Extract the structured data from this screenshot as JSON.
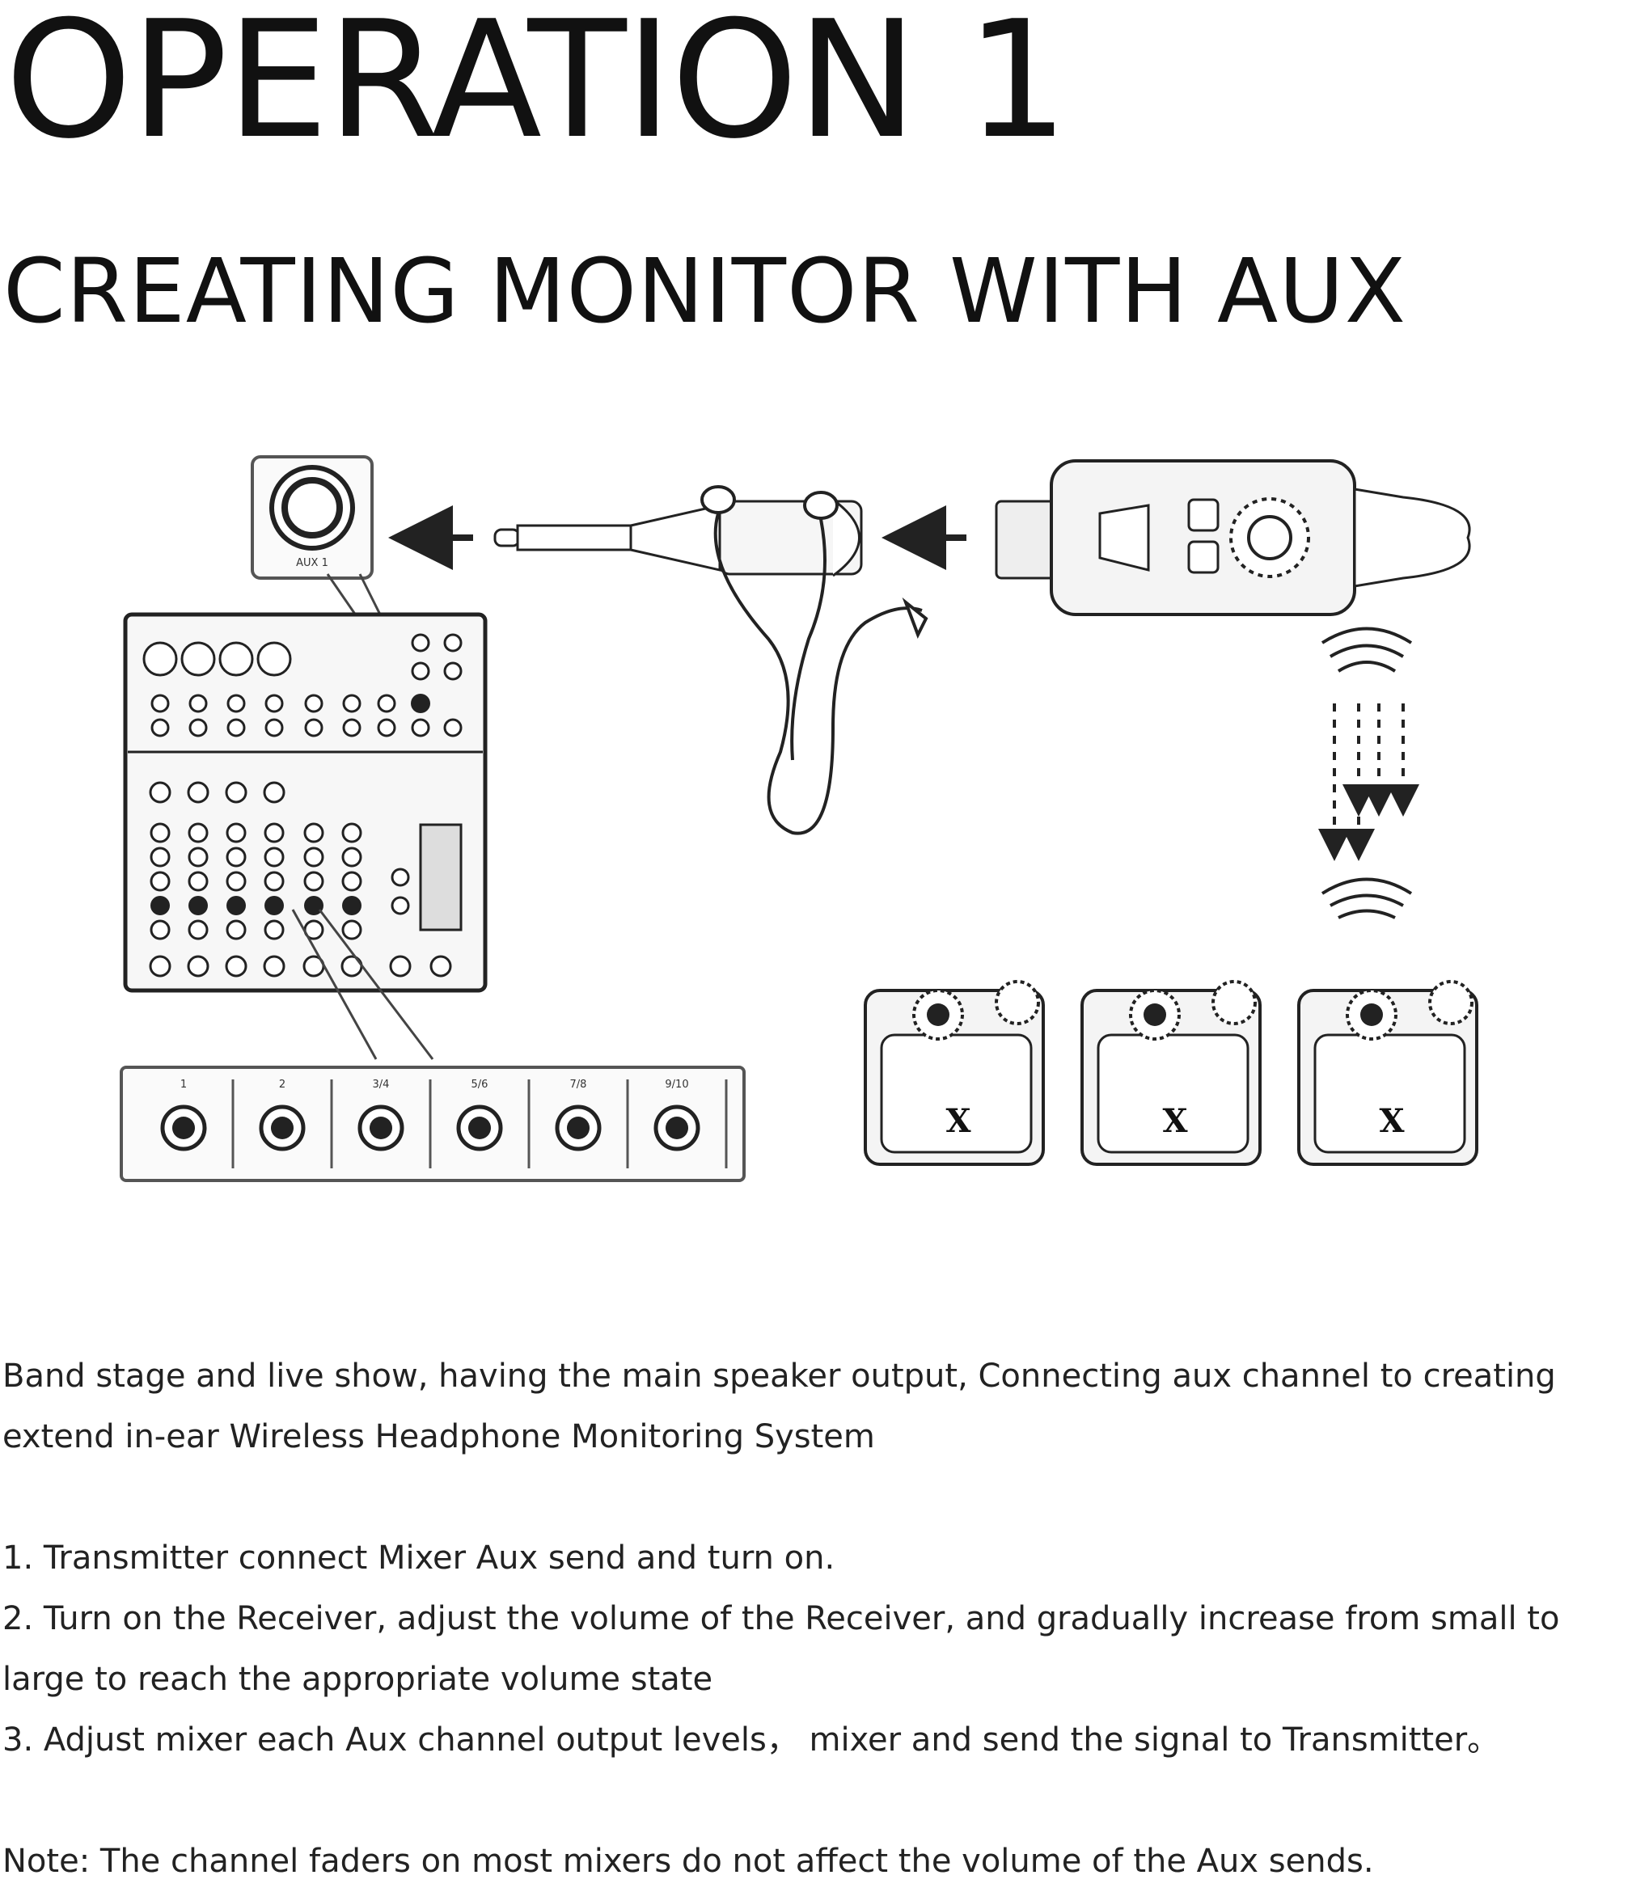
{
  "title": "OPERATION 1",
  "subtitle": "CREATING MONITOR WITH AUX",
  "diagram": {
    "jack_label": "AUX 1",
    "aux_strip_channels": [
      "1",
      "2",
      "3/4",
      "5/6",
      "7/8",
      "9/10"
    ],
    "receiver_logo": "X"
  },
  "intro": "Band stage and live show, having the main speaker output, Connecting aux channel to creating extend in-ear Wireless Headphone Monitoring System",
  "steps": [
    "1. Transmitter connect Mixer Aux send and turn on.",
    "2. Turn on the Receiver, adjust the volume of the Receiver, and gradually increase from small to large to reach the appropriate volume state",
    "3. Adjust mixer each Aux channel output levels， mixer and send the signal to Transmitter。"
  ],
  "note": "Note: The channel faders on most mixers do not affect the volume of the Aux sends."
}
